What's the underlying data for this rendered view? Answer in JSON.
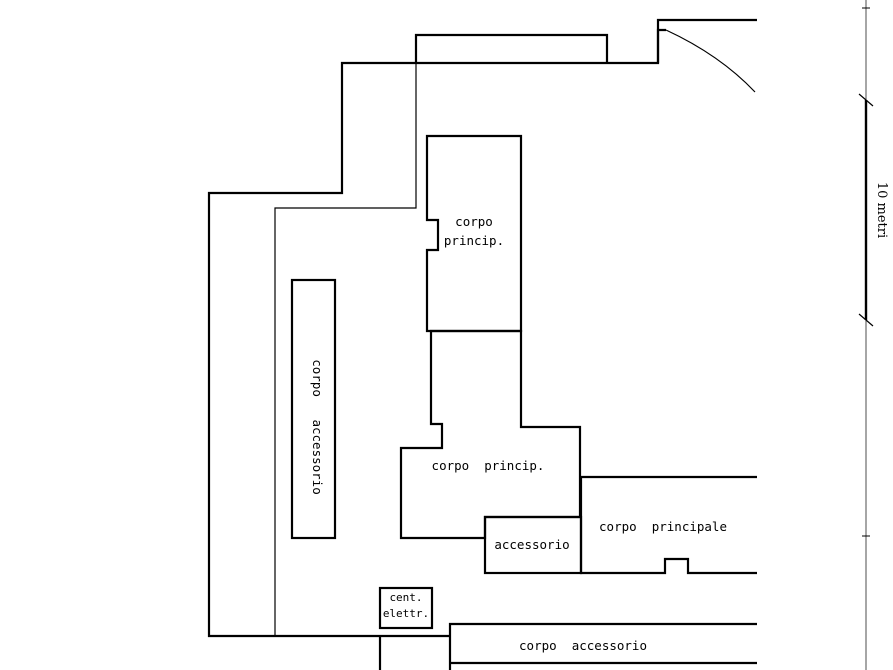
{
  "labels": {
    "corpo_princip_top_l1": "corpo",
    "corpo_princip_top_l2": "princip.",
    "corpo_princip_mid": "corpo  princip.",
    "corpo_principale": "corpo  principale",
    "accessorio": "accessorio",
    "corpo_accessorio_vertical": "corpo   accessorio",
    "cent_elettr_l1": "cent.",
    "cent_elettr_l2": "elettr.",
    "corpo_accessorio_bottom": "corpo  accessorio"
  },
  "scale_bar": {
    "label": "10 metri",
    "length_m": 10
  }
}
